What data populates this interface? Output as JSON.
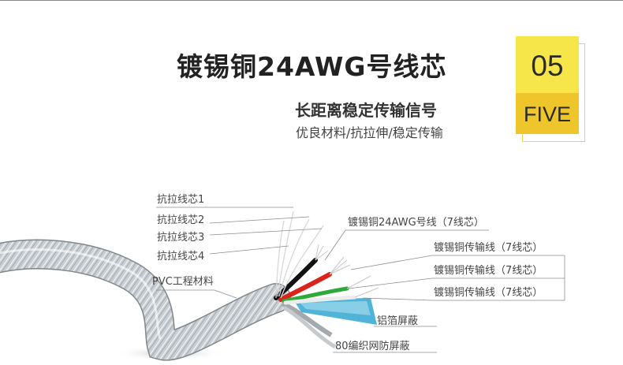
{
  "heading": {
    "title": "镀锡铜24AWG号线芯",
    "subtitle": "长距离稳定传输信号",
    "tagline": "优良材料/抗拉伸/稳定传输"
  },
  "badge": {
    "number": "05",
    "word": "FIVE"
  },
  "colors": {
    "badge_top": "#f6e64a",
    "badge_bottom": "#eec62b",
    "foil_shield": "#4fb4d8"
  },
  "labels": {
    "tensile_core_1": "抗拉线芯1",
    "tensile_core_2": "抗拉线芯2",
    "tensile_core_3": "抗拉线芯3",
    "tensile_core_4": "抗拉线芯4",
    "pvc_material": "PVC工程材料",
    "tinned_copper_wire": "镀锡铜24AWG号线（7线芯）",
    "transmission_wire_1": "镀锡铜传输线（7线芯）",
    "transmission_wire_2": "镀锡铜传输线（7线芯）",
    "transmission_wire_3": "镀锡铜传输线（7线芯）",
    "aluminum_foil_shield": "铝箔屏蔽",
    "braided_mesh_shield": "80编织网防屏蔽"
  }
}
